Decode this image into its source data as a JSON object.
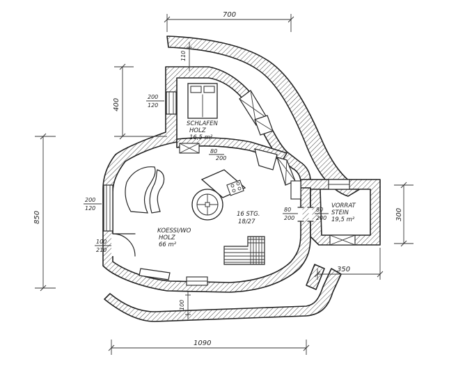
{
  "dimensions": {
    "top": "700",
    "wall_top": "110",
    "left_upper": "400",
    "left_full": "850",
    "bottom": "1090",
    "bottom_wall": "100",
    "right_height": "300",
    "right_width": "350"
  },
  "openings": {
    "bedroom_window_top": "200",
    "bedroom_window_bottom": "120",
    "living_window_top": "200",
    "living_window_bottom": "120",
    "door_top": "100",
    "door_bottom": "210",
    "bedroom_door_top": "80",
    "bedroom_door_bottom": "200",
    "storage_door1_top": "80",
    "storage_door1_bottom": "200",
    "storage_door2_top": "80",
    "storage_door2_bottom": "200"
  },
  "rooms": {
    "bedroom": {
      "line1": "SCHLAFEN",
      "line2": "HOLZ",
      "line3": "16,5 m²"
    },
    "living": {
      "line1": "KOESSI/WO",
      "line2": "HOLZ",
      "line3": "66 m²"
    },
    "storage": {
      "line1": "VORRAT",
      "line2": "STEIN",
      "line3": "19,5 m²"
    },
    "stairs": {
      "line1": "16 STG.",
      "line2": "18/27"
    }
  }
}
